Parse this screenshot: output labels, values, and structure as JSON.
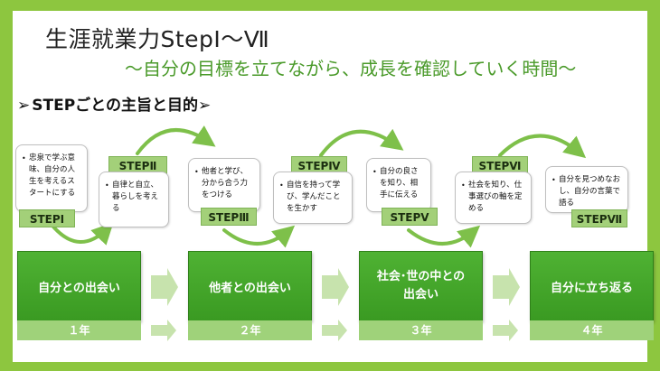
{
  "title": "生涯就業力StepⅠ〜Ⅶ",
  "subtitle": "〜自分の目標を立てながら、成長を確認していく時間〜",
  "section_heading": "STEPごとの主旨と目的",
  "steps": [
    {
      "label": "STEPⅠ",
      "text": "忠泉で学ぶ意味、自分の人生を考えるスタートにする"
    },
    {
      "label": "STEPⅡ",
      "text": "自律と自立、暮らしを考える"
    },
    {
      "label": "STEPⅢ",
      "text": "他者と学び、分から合う力をつける"
    },
    {
      "label": "STEPⅣ",
      "text": "自信を持って学び、学んだことを生かす"
    },
    {
      "label": "STEPⅤ",
      "text": "自分の良さを知り、相手に伝える"
    },
    {
      "label": "STEPⅥ",
      "text": "社会を知り、仕事選びの軸を定める"
    },
    {
      "label": "STEPⅦ",
      "text": "自分を見つめなおし、自分の言葉で語る"
    }
  ],
  "phases": [
    {
      "title": "自分との出会い",
      "year": "１年"
    },
    {
      "title": "他者との出会い",
      "year": "２年"
    },
    {
      "title": "社会･世の中との出会い",
      "year": "３年"
    },
    {
      "title": "自分に立ち返る",
      "year": "４年"
    }
  ],
  "colors": {
    "frame": "#8dc63f",
    "phase": "#3a9a22",
    "step_label": "#a3d079",
    "arc": "#7ec04a"
  }
}
